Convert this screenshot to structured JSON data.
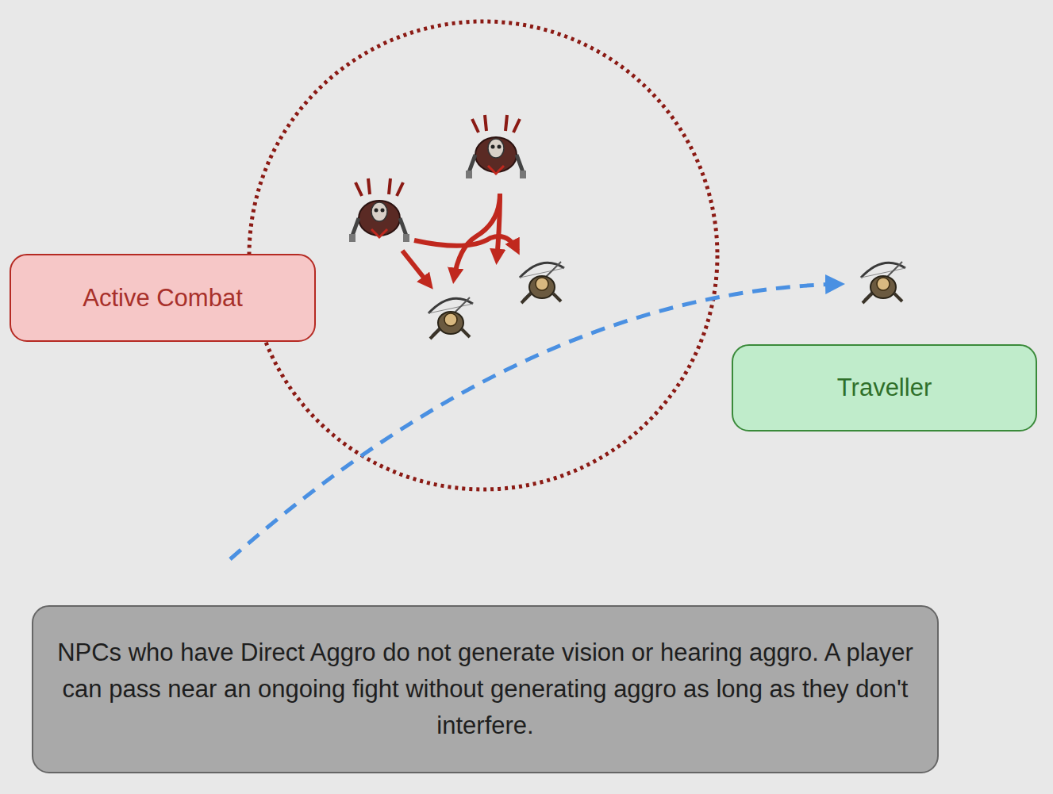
{
  "diagram": {
    "nodes": [
      {
        "text": [
          "Active Combat"
        ]
      },
      {
        "text": [
          "Traveller"
        ]
      },
      {
        "text": [
          "NPCs who have Direct Aggro do not generate vision or hearing aggro. A player can pass near an ongoing fight without generating aggro as long as they don't interfere."
        ]
      }
    ]
  }
}
